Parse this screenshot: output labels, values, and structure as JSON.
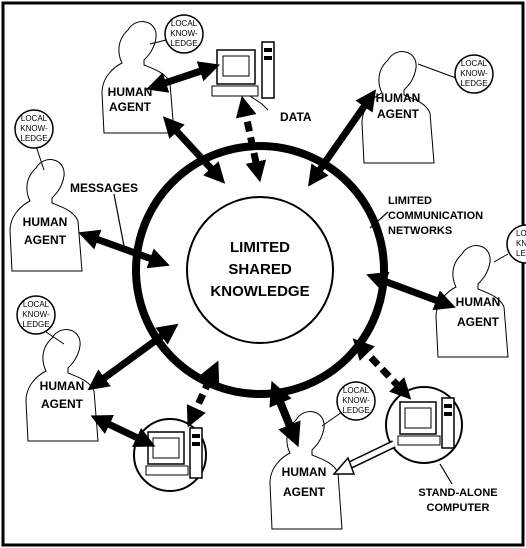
{
  "center": {
    "lines": [
      "LIMITED",
      "SHARED",
      "KNOWLEDGE"
    ]
  },
  "labels": {
    "data": "DATA",
    "messages": "MESSAGES",
    "networks": [
      "LIMITED",
      "COMMUNICATION",
      "NETWORKS"
    ],
    "standalone": [
      "STAND-ALONE",
      "COMPUTER"
    ]
  },
  "agent": {
    "line1": "HUMAN",
    "line2": "AGENT"
  },
  "local_knowledge": [
    "LOCAL",
    "KNOW-",
    "LEDGE"
  ],
  "colors": {
    "ink": "#000000",
    "paper": "#ffffff"
  }
}
